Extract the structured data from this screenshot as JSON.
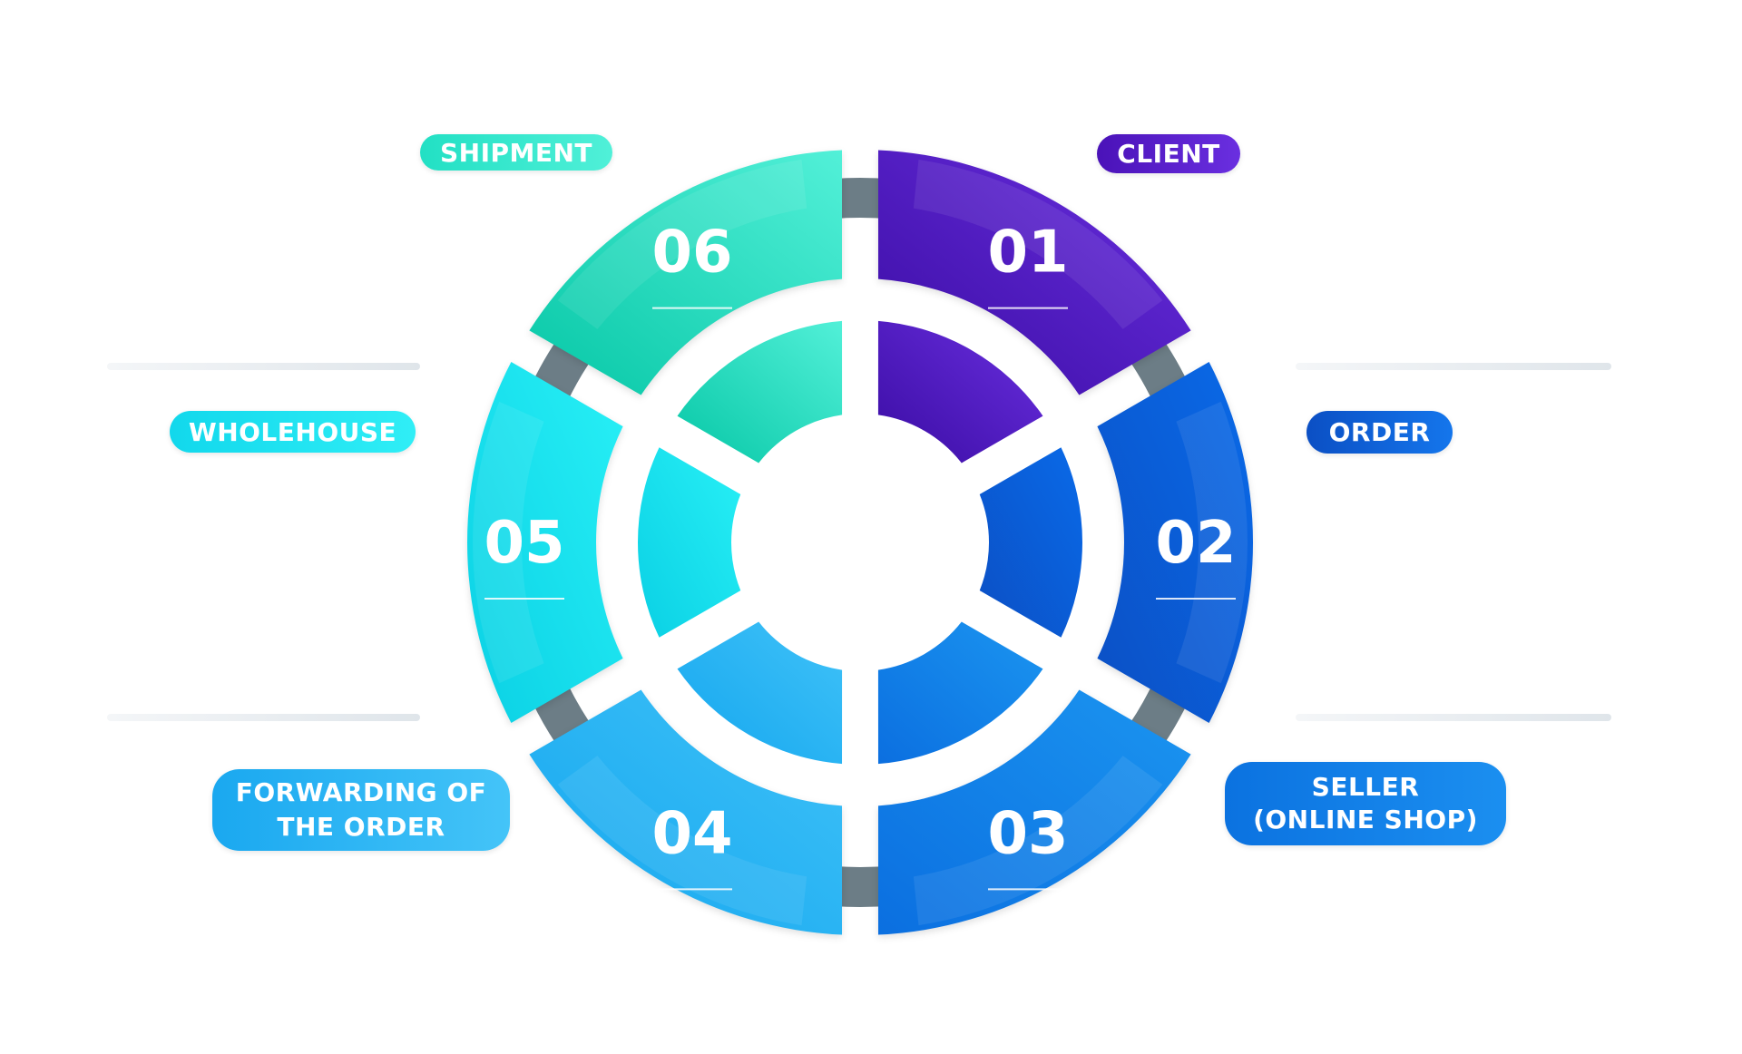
{
  "colors": {
    "s01": [
      "#3a0ca3",
      "#6a2fe0"
    ],
    "s02": [
      "#0b4fc4",
      "#0a6ae8"
    ],
    "s03": [
      "#0b6fe0",
      "#1b95f0"
    ],
    "s04": [
      "#14a6ee",
      "#40c2f8"
    ],
    "s05": [
      "#0ad0e4",
      "#28f0f6"
    ],
    "s06": [
      "#06c7a6",
      "#52f0d8"
    ],
    "track": "#6c7d86",
    "rule": "#e2e8ec"
  },
  "segments": [
    {
      "number": "01",
      "label": "CLIENT"
    },
    {
      "number": "02",
      "label": "ORDER"
    },
    {
      "number": "03",
      "label": "SELLER\n(ONLINE SHOP)"
    },
    {
      "number": "04",
      "label": "FORWARDING OF\nTHE ORDER"
    },
    {
      "number": "05",
      "label": "WHOLEHOUSE"
    },
    {
      "number": "06",
      "label": "SHIPMENT"
    }
  ]
}
